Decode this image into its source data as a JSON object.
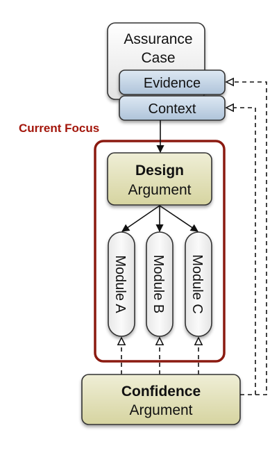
{
  "colors": {
    "focus_frame": "#8b1a10",
    "focus_label": "#a3160b",
    "evidence_fill": "#c6d6e6",
    "argument_fill": "#e4e3bf",
    "module_fill": "#f1f1f1",
    "case_fill": "#f6f6f6",
    "line": "#111111"
  },
  "nodes": {
    "assurance_case": {
      "line1": "Assurance",
      "line2": "Case"
    },
    "evidence": {
      "label": "Evidence"
    },
    "context": {
      "label": "Context"
    },
    "focus": {
      "label": "Current Focus"
    },
    "design": {
      "line1": "Design",
      "line2": "Argument"
    },
    "modules": [
      {
        "label": "Module A"
      },
      {
        "label": "Module B"
      },
      {
        "label": "Module C"
      }
    ],
    "confidence": {
      "line1": "Confidence",
      "line2": "Argument"
    }
  }
}
